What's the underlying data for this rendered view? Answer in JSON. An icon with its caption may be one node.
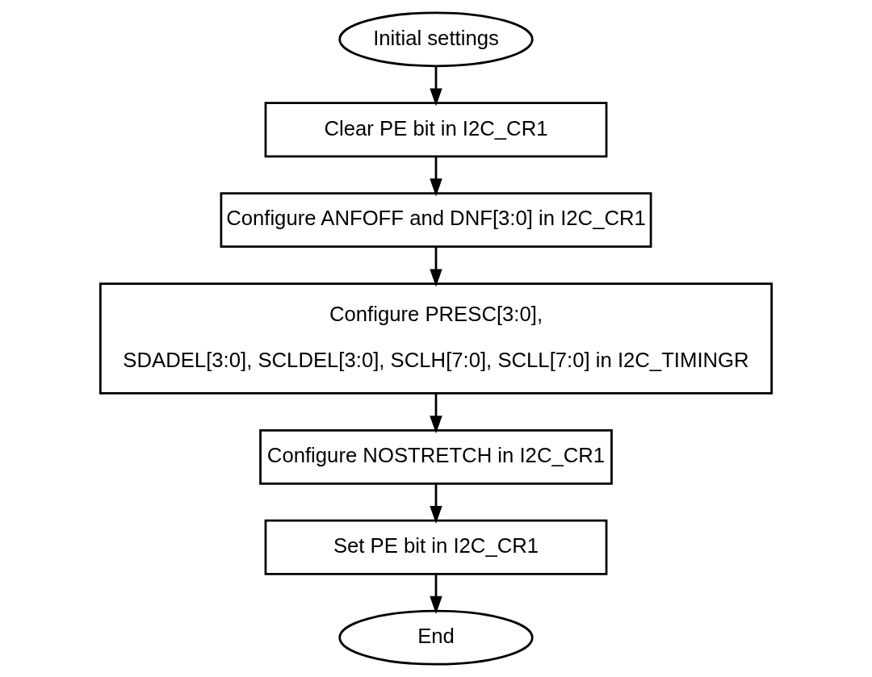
{
  "diagram": {
    "nodes": [
      {
        "text": [
          "Initial settings"
        ]
      },
      {
        "text": [
          "Clear PE bit in I2C_CR1"
        ]
      },
      {
        "text": [
          "Configure ANFOFF and DNF[3:0] in I2C_CR1"
        ]
      },
      {
        "text": [
          "Configure PRESC[3:0],",
          "SDADEL[3:0], SCLDEL[3:0], SCLH[7:0], SCLL[7:0] in I2C_TIMINGR"
        ]
      },
      {
        "text": [
          "Configure NOSTRETCH in I2C_CR1"
        ]
      },
      {
        "text": [
          "Set PE bit in I2C_CR1"
        ]
      },
      {
        "text": [
          "End"
        ]
      }
    ],
    "edges": [
      {
        "from": 0,
        "to": 1,
        "arrow": "to"
      },
      {
        "from": 1,
        "to": 2,
        "arrow": "to"
      },
      {
        "from": 2,
        "to": 3,
        "arrow": "to"
      },
      {
        "from": 3,
        "to": 4,
        "arrow": "to"
      },
      {
        "from": 4,
        "to": 5,
        "arrow": "to"
      },
      {
        "from": 5,
        "to": 6,
        "arrow": "to"
      }
    ]
  }
}
